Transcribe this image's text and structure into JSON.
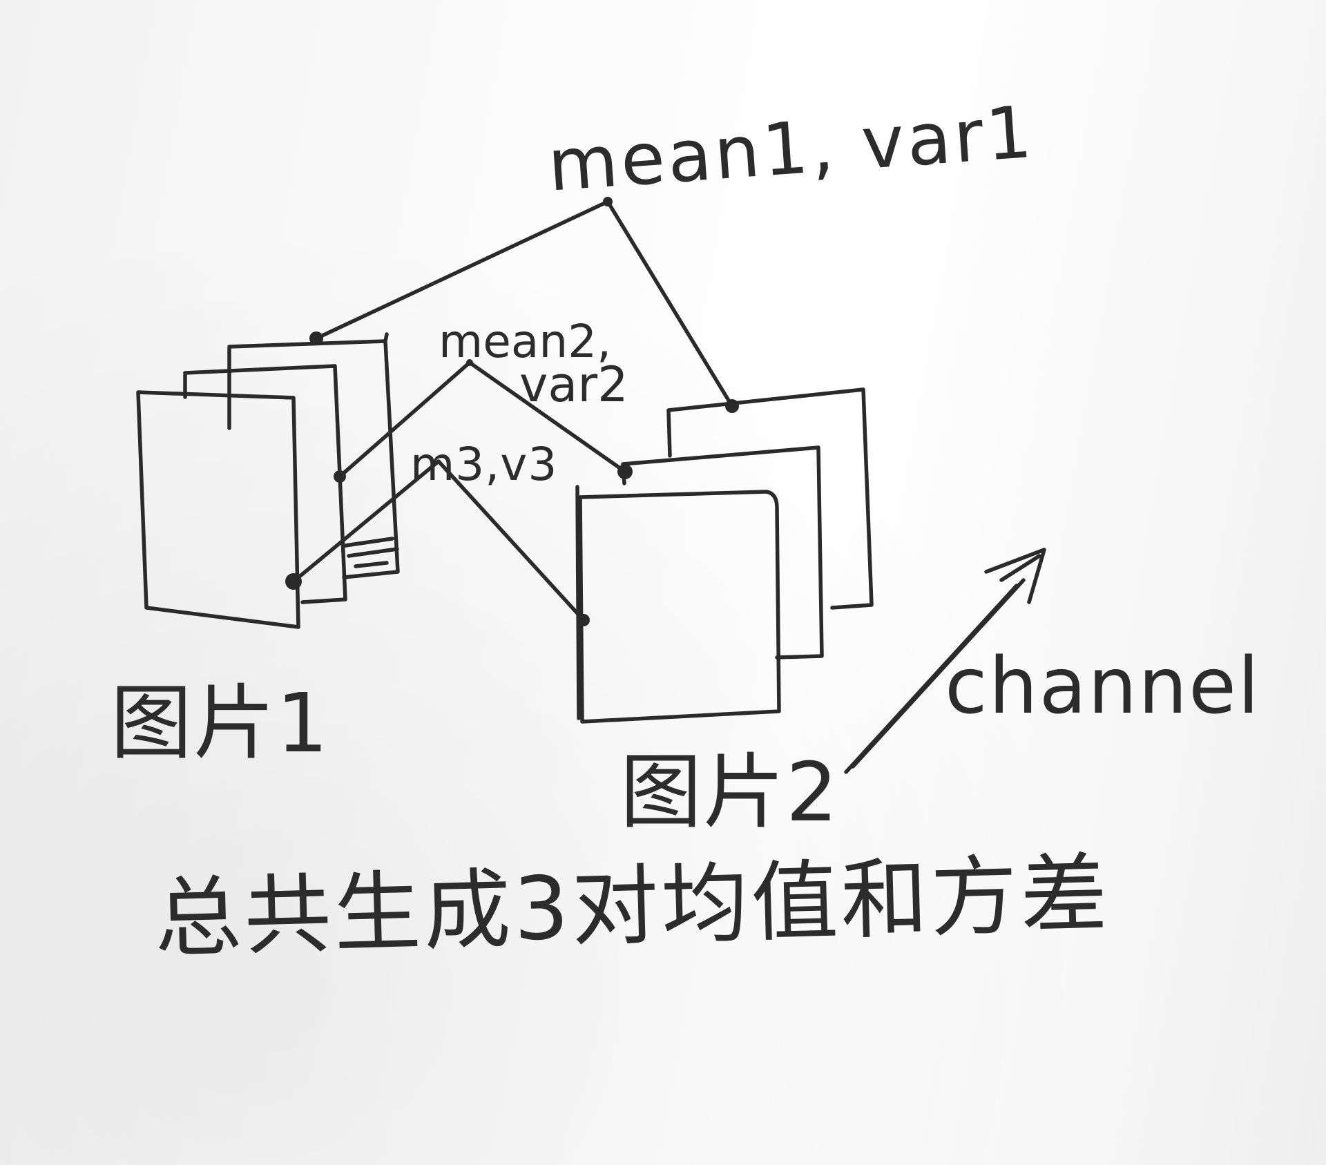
{
  "diagram": {
    "labels": {
      "mean1_var1": "mean1, var1",
      "mean2": "mean2,",
      "var2": "var2",
      "m3_v3": "m3,v3",
      "channel": "channel",
      "image1": "图片1",
      "image2": "图片2",
      "summary": "总共生成3对均值和方差"
    },
    "stacks": [
      {
        "name": "图片1",
        "channels": 3
      },
      {
        "name": "图片2",
        "channels": 3
      }
    ],
    "connections": [
      {
        "label": "mean1, var1",
        "from": "图片1 channel 3",
        "to": "图片2 channel 3"
      },
      {
        "label": "mean2, var2",
        "from": "图片1 channel 2",
        "to": "图片2 channel 2"
      },
      {
        "label": "m3,v3",
        "from": "图片1 channel 1",
        "to": "图片2 channel 1"
      }
    ],
    "ink_color": "#2a2a2a",
    "paper_color": "#f7f7f7"
  }
}
